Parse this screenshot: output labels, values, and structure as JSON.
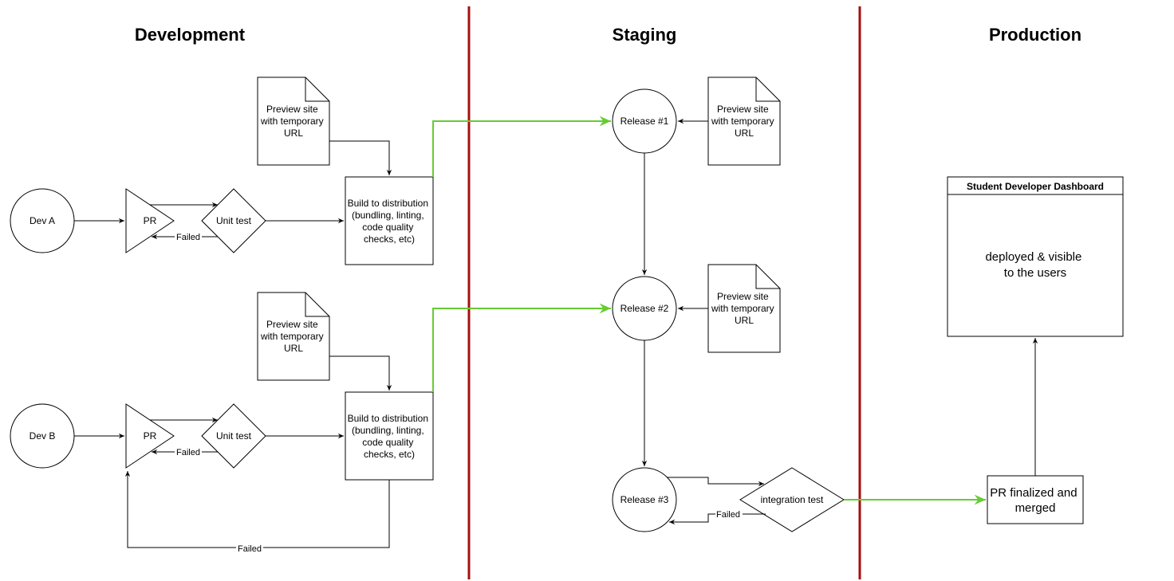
{
  "lanes": {
    "development": "Development",
    "staging": "Staging",
    "production": "Production"
  },
  "colors": {
    "divider": "#a50f0f",
    "success_arrow": "#66cc33",
    "stroke": "#000000"
  },
  "dev_a": {
    "developer": "Dev A",
    "pr": "PR",
    "unit_test": "Unit test",
    "failed": "Failed",
    "preview": [
      "Preview site",
      "with temporary",
      "URL"
    ],
    "build": [
      "Build to distribution",
      "(bundling, linting,",
      "code quality",
      "checks, etc)"
    ]
  },
  "dev_b": {
    "developer": "Dev B",
    "pr": "PR",
    "unit_test": "Unit test",
    "failed": "Failed",
    "preview": [
      "Preview site",
      "with temporary",
      "URL"
    ],
    "build": [
      "Build to distribution",
      "(bundling, linting,",
      "code quality",
      "checks, etc)"
    ],
    "build_failed": "Failed"
  },
  "staging": {
    "release1": "Release #1",
    "release2": "Release #2",
    "release3": "Release #3",
    "preview1": [
      "Preview site",
      "with temporary",
      "URL"
    ],
    "preview2": [
      "Preview site",
      "with temporary",
      "URL"
    ],
    "integration_test": "integration test",
    "integration_failed": "Failed"
  },
  "production": {
    "pr_finalized": [
      "PR finalized and",
      "merged"
    ],
    "dashboard_title": "Student Developer Dashboard",
    "dashboard_body": [
      "deployed & visible",
      "to the users"
    ]
  }
}
